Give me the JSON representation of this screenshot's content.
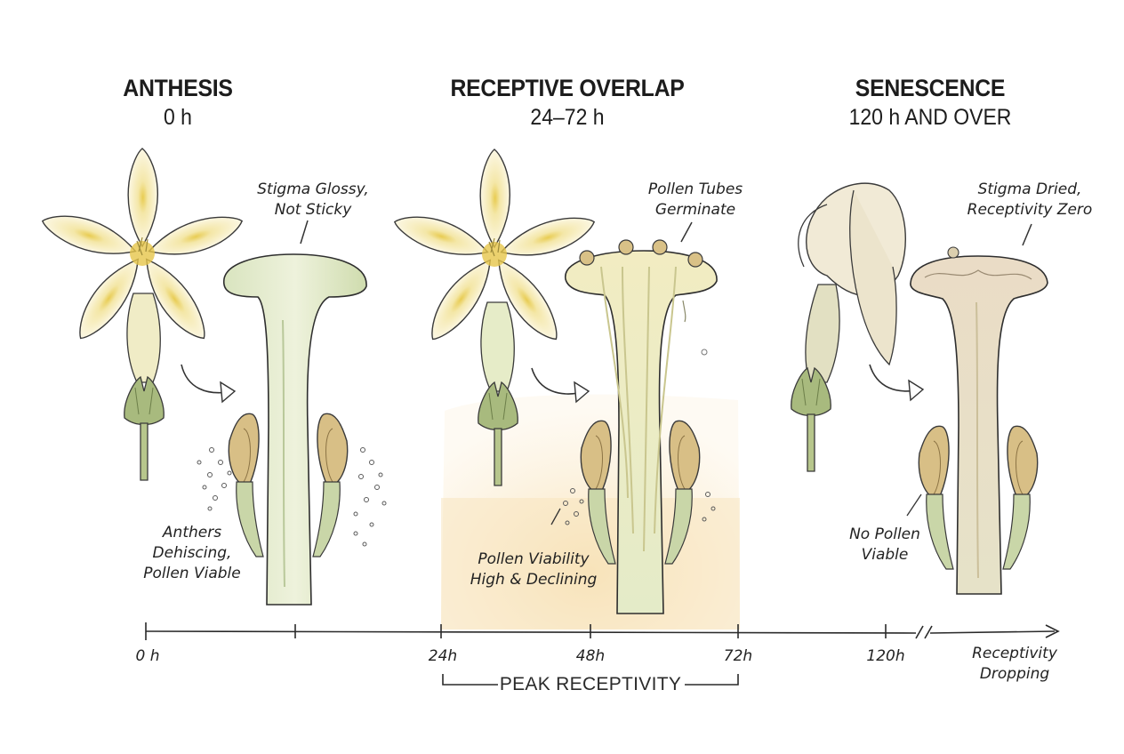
{
  "stages": [
    {
      "title": "ANTHESIS",
      "time": "0 h"
    },
    {
      "title": "RECEPTIVE OVERLAP",
      "time": "24–72 h"
    },
    {
      "title": "SENESCENCE",
      "time": "120 h AND OVER"
    }
  ],
  "annotations": {
    "stigma_glossy": [
      "Stigma Glossy,",
      "Not Sticky"
    ],
    "anthers_dehiscing": [
      "Anthers",
      "Dehiscing,",
      "Pollen Viable"
    ],
    "pollen_tubes": [
      "Pollen Tubes",
      "Germinate"
    ],
    "pollen_viability": [
      "Pollen Viability",
      "High & Declining"
    ],
    "stigma_dried": [
      "Stigma Dried,",
      "Receptivity Zero"
    ],
    "no_pollen": [
      "No Pollen",
      "Viable"
    ]
  },
  "timeline": {
    "ticks": [
      "0 h",
      "24h",
      "48h",
      "72h",
      "120h"
    ],
    "peak_label": "PEAK RECEPTIVITY",
    "end_label": [
      "Receptivity",
      "Dropping"
    ]
  },
  "colors": {
    "ink": "#2a2a2a",
    "petal": "#fbf7e8",
    "petal_center": "#ecd66a",
    "stigma_green": "#e3ebcf",
    "sepal_green": "#9aae72",
    "anther": "#dcc48a",
    "peak_wash": "#f6dca8",
    "dried": "#ebe0cc"
  }
}
